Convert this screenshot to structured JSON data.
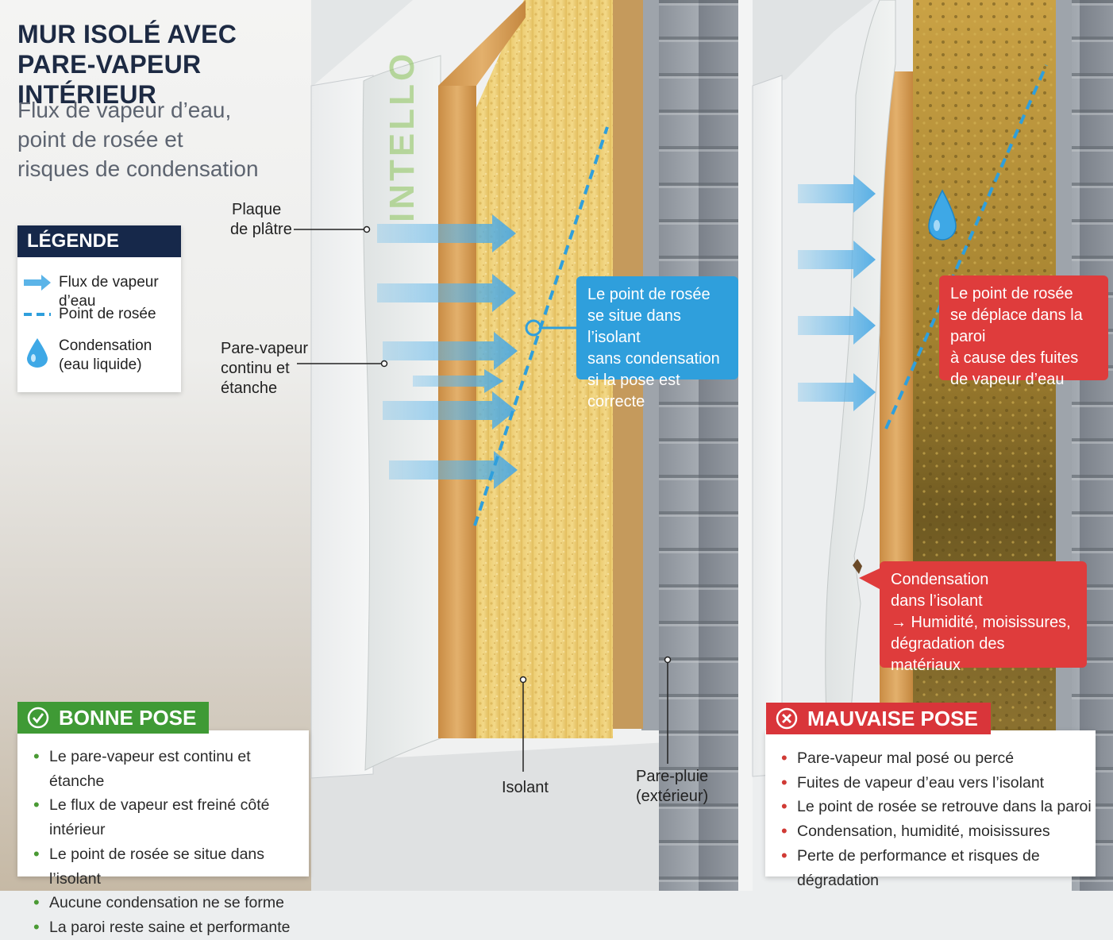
{
  "title": "MUR ISOLÉ AVEC PARE-VAPEUR INTÉRIEUR",
  "subtitle": {
    "line1": "Flux de vapeur d’eau,",
    "line2": "point de rosée et",
    "line3": "risques de condensation"
  },
  "legend": {
    "title": "LÉGENDE",
    "items": [
      {
        "label": "Flux de vapeur d’eau",
        "icon": "arrow-icon"
      },
      {
        "label": "Point de rosée",
        "icon": "dashed-line-icon"
      },
      {
        "label": "Condensation",
        "label2": "(eau liquide)",
        "icon": "water-drop-icon"
      }
    ]
  },
  "labels": {
    "plaque_line1": "Plaque",
    "plaque_line2": "de plâtre",
    "parevapeur_line1": "Pare-vapeur",
    "parevapeur_line2": "continu et",
    "parevapeur_line3": "étanche",
    "isolant": "Isolant",
    "parepluie_line1": "Pare-pluie",
    "parepluie_line2": "(extérieur)"
  },
  "callouts": {
    "good": {
      "line1": "Le point de rosée",
      "line2": "se situe dans l’isolant",
      "line3": "sans condensation",
      "line4": "si la pose est correcte"
    },
    "bad_dew": {
      "line1": "Le point de rosée",
      "line2": "se déplace dans la paroi",
      "line3": "à cause des fuites",
      "line4": "de vapeur d’eau"
    },
    "bad_condensation": {
      "line1": "Condensation",
      "line2": "dans l’isolant",
      "line3": "→ Humidité, moisissures,",
      "line4": "dégradation des matériaux"
    }
  },
  "membrane_print": "INTELLO",
  "bonne_pose": {
    "title": "BONNE POSE",
    "items": [
      "Le pare-vapeur est continu et étanche",
      "Le flux de vapeur est freiné côté intérieur",
      "Le point de rosée se situe dans l’isolant",
      "Aucune condensation ne se forme",
      "La paroi reste saine et performante"
    ]
  },
  "mauvaise_pose": {
    "title": "MAUVAISE POSE",
    "items": [
      "Pare-vapeur mal posé ou percé",
      "Fuites de vapeur d’eau vers l’isolant",
      "Le point de rosée se retrouve dans la paroi",
      "Condensation, humidité, moisissures",
      "Perte de performance et risques de dégradation"
    ]
  },
  "colors": {
    "navy": "#16284a",
    "good_green": "#3f9a35",
    "bad_red": "#d9353a",
    "vapor_blue": "#5bb4e8",
    "dew_blue": "#2f9fdc",
    "insulation_yellow": "#e9c96b",
    "insulation_dirty": "#9a7a2a",
    "wood": "#d9a25b",
    "siding": "#8a9098"
  }
}
